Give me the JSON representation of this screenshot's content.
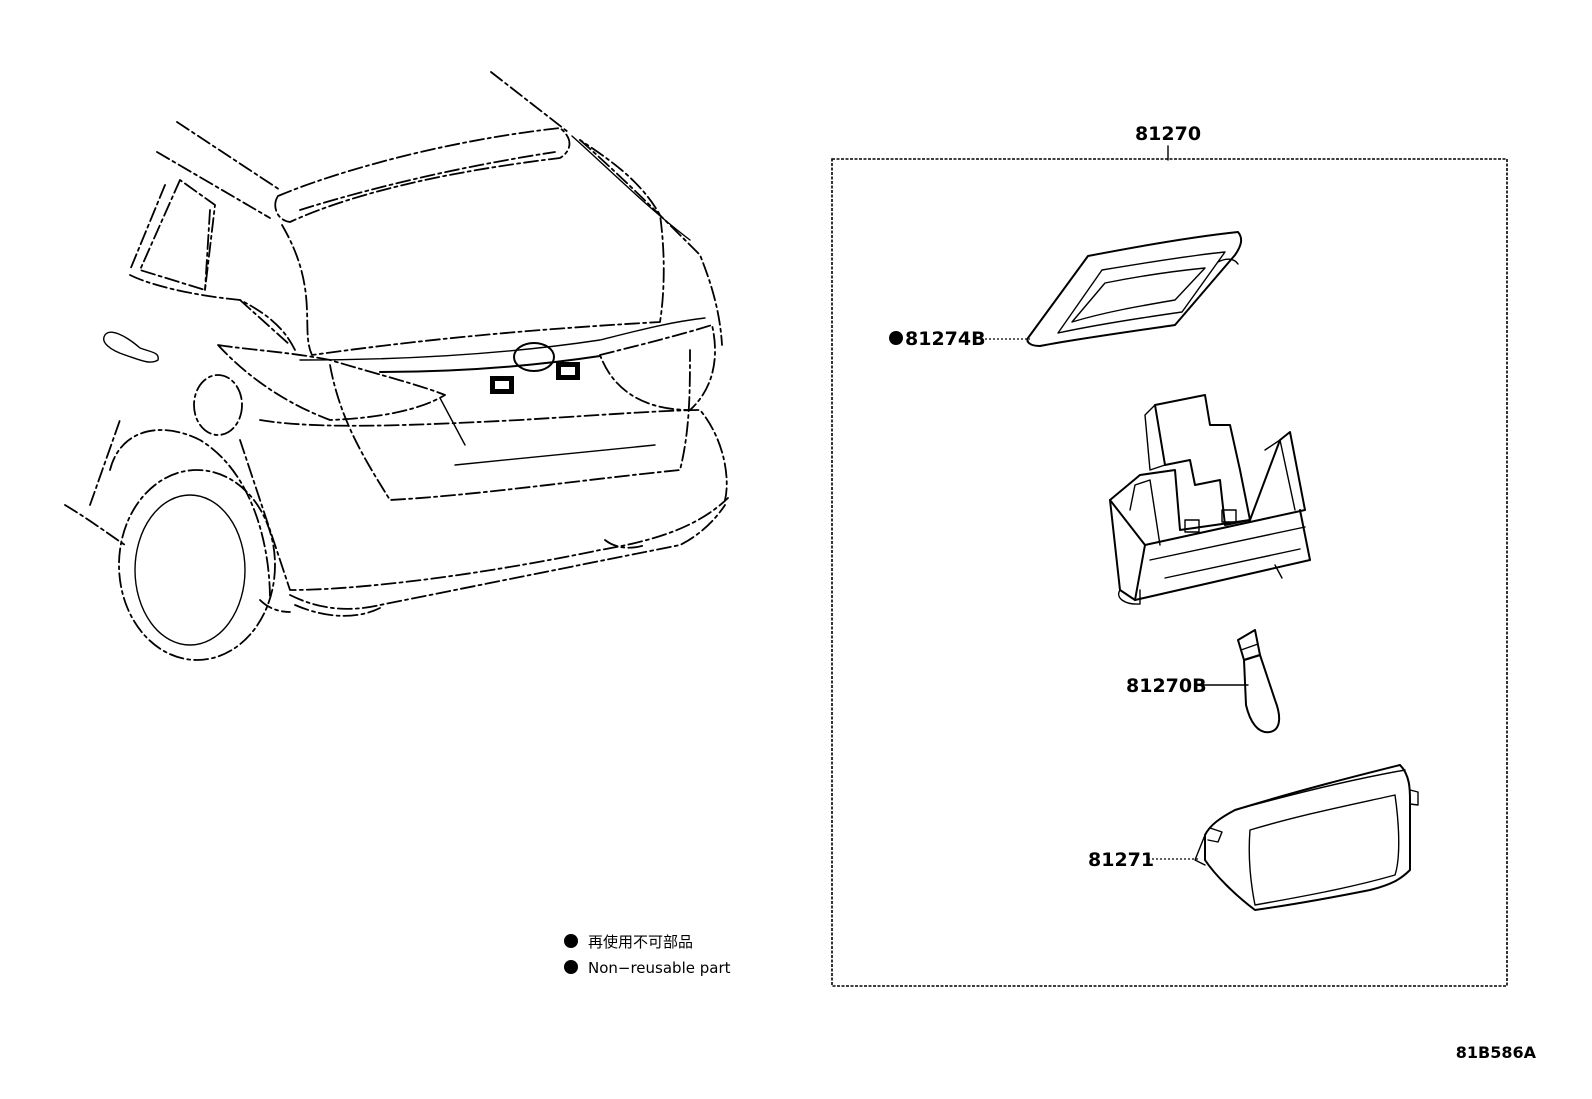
{
  "assembly_label": "81270",
  "parts": {
    "gasket": "81274B",
    "bulb": "81270B",
    "lens": "81271"
  },
  "legend": {
    "line1": "再使用不可部品",
    "line2": "Non−reusable part"
  },
  "diagram_code": "81B586A"
}
